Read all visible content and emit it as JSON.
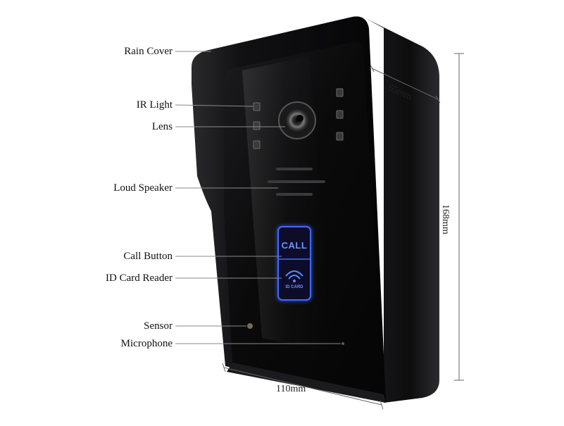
{
  "callouts": [
    {
      "id": "rain-cover",
      "label": "Rain Cover"
    },
    {
      "id": "ir-light",
      "label": "IR Light"
    },
    {
      "id": "lens",
      "label": "Lens"
    },
    {
      "id": "loud-speaker",
      "label": "Loud Speaker"
    },
    {
      "id": "call-button",
      "label": "Call Button"
    },
    {
      "id": "id-card-reader",
      "label": "ID Card Reader"
    },
    {
      "id": "sensor",
      "label": "Sensor"
    },
    {
      "id": "microphone",
      "label": "Microphone"
    }
  ],
  "dimensions": {
    "depth": "65mm",
    "height": "168mm",
    "width": "110mm"
  },
  "device": {
    "call_text": "CALL",
    "id_card_text": "ID CARD"
  },
  "colors": {
    "body": "#0b0b0c",
    "button_glow": "#2f5dff",
    "leader_line": "#8a8a8a"
  }
}
